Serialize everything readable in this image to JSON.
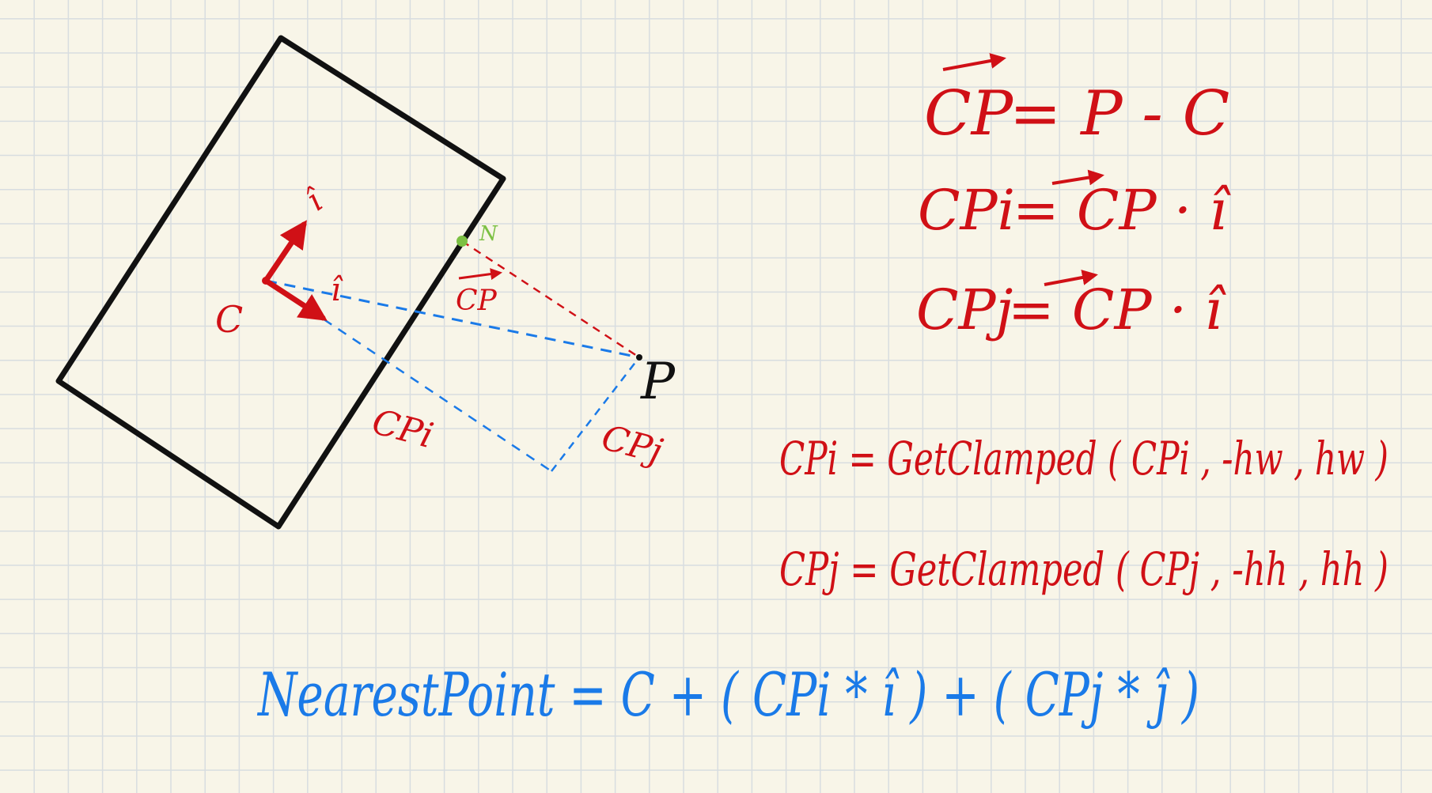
{
  "colors": {
    "paper": "#f8f5e8",
    "grid": "#d8dde0",
    "ink_black": "#111111",
    "ink_red": "#d01016",
    "ink_blue": "#1a7ae8",
    "ink_green": "#7cc043"
  },
  "figure": {
    "labels": {
      "center": "C",
      "basis_i": "î",
      "basis_j": "î",
      "point": "P",
      "nearest": "N",
      "cp_vector": "CP",
      "cp_i": "CPi",
      "cp_j": "CPj"
    }
  },
  "equations": {
    "cp": {
      "lhs": "CP",
      "rhs": "= P - C"
    },
    "cpi_dot": {
      "lhs": "CPi",
      "rhs": "= CP · î"
    },
    "cpj_dot": {
      "lhs": "CPj",
      "rhs": "= CP · î"
    },
    "cpi_clamp": "CPi = GetClamped ( CPi , -hw , hw )",
    "cpj_clamp": "CPj = GetClamped ( CPj , -hh , hh )",
    "nearest": "NearestPoint = C + ( CPi * î ) + ( CPj * ĵ )"
  }
}
